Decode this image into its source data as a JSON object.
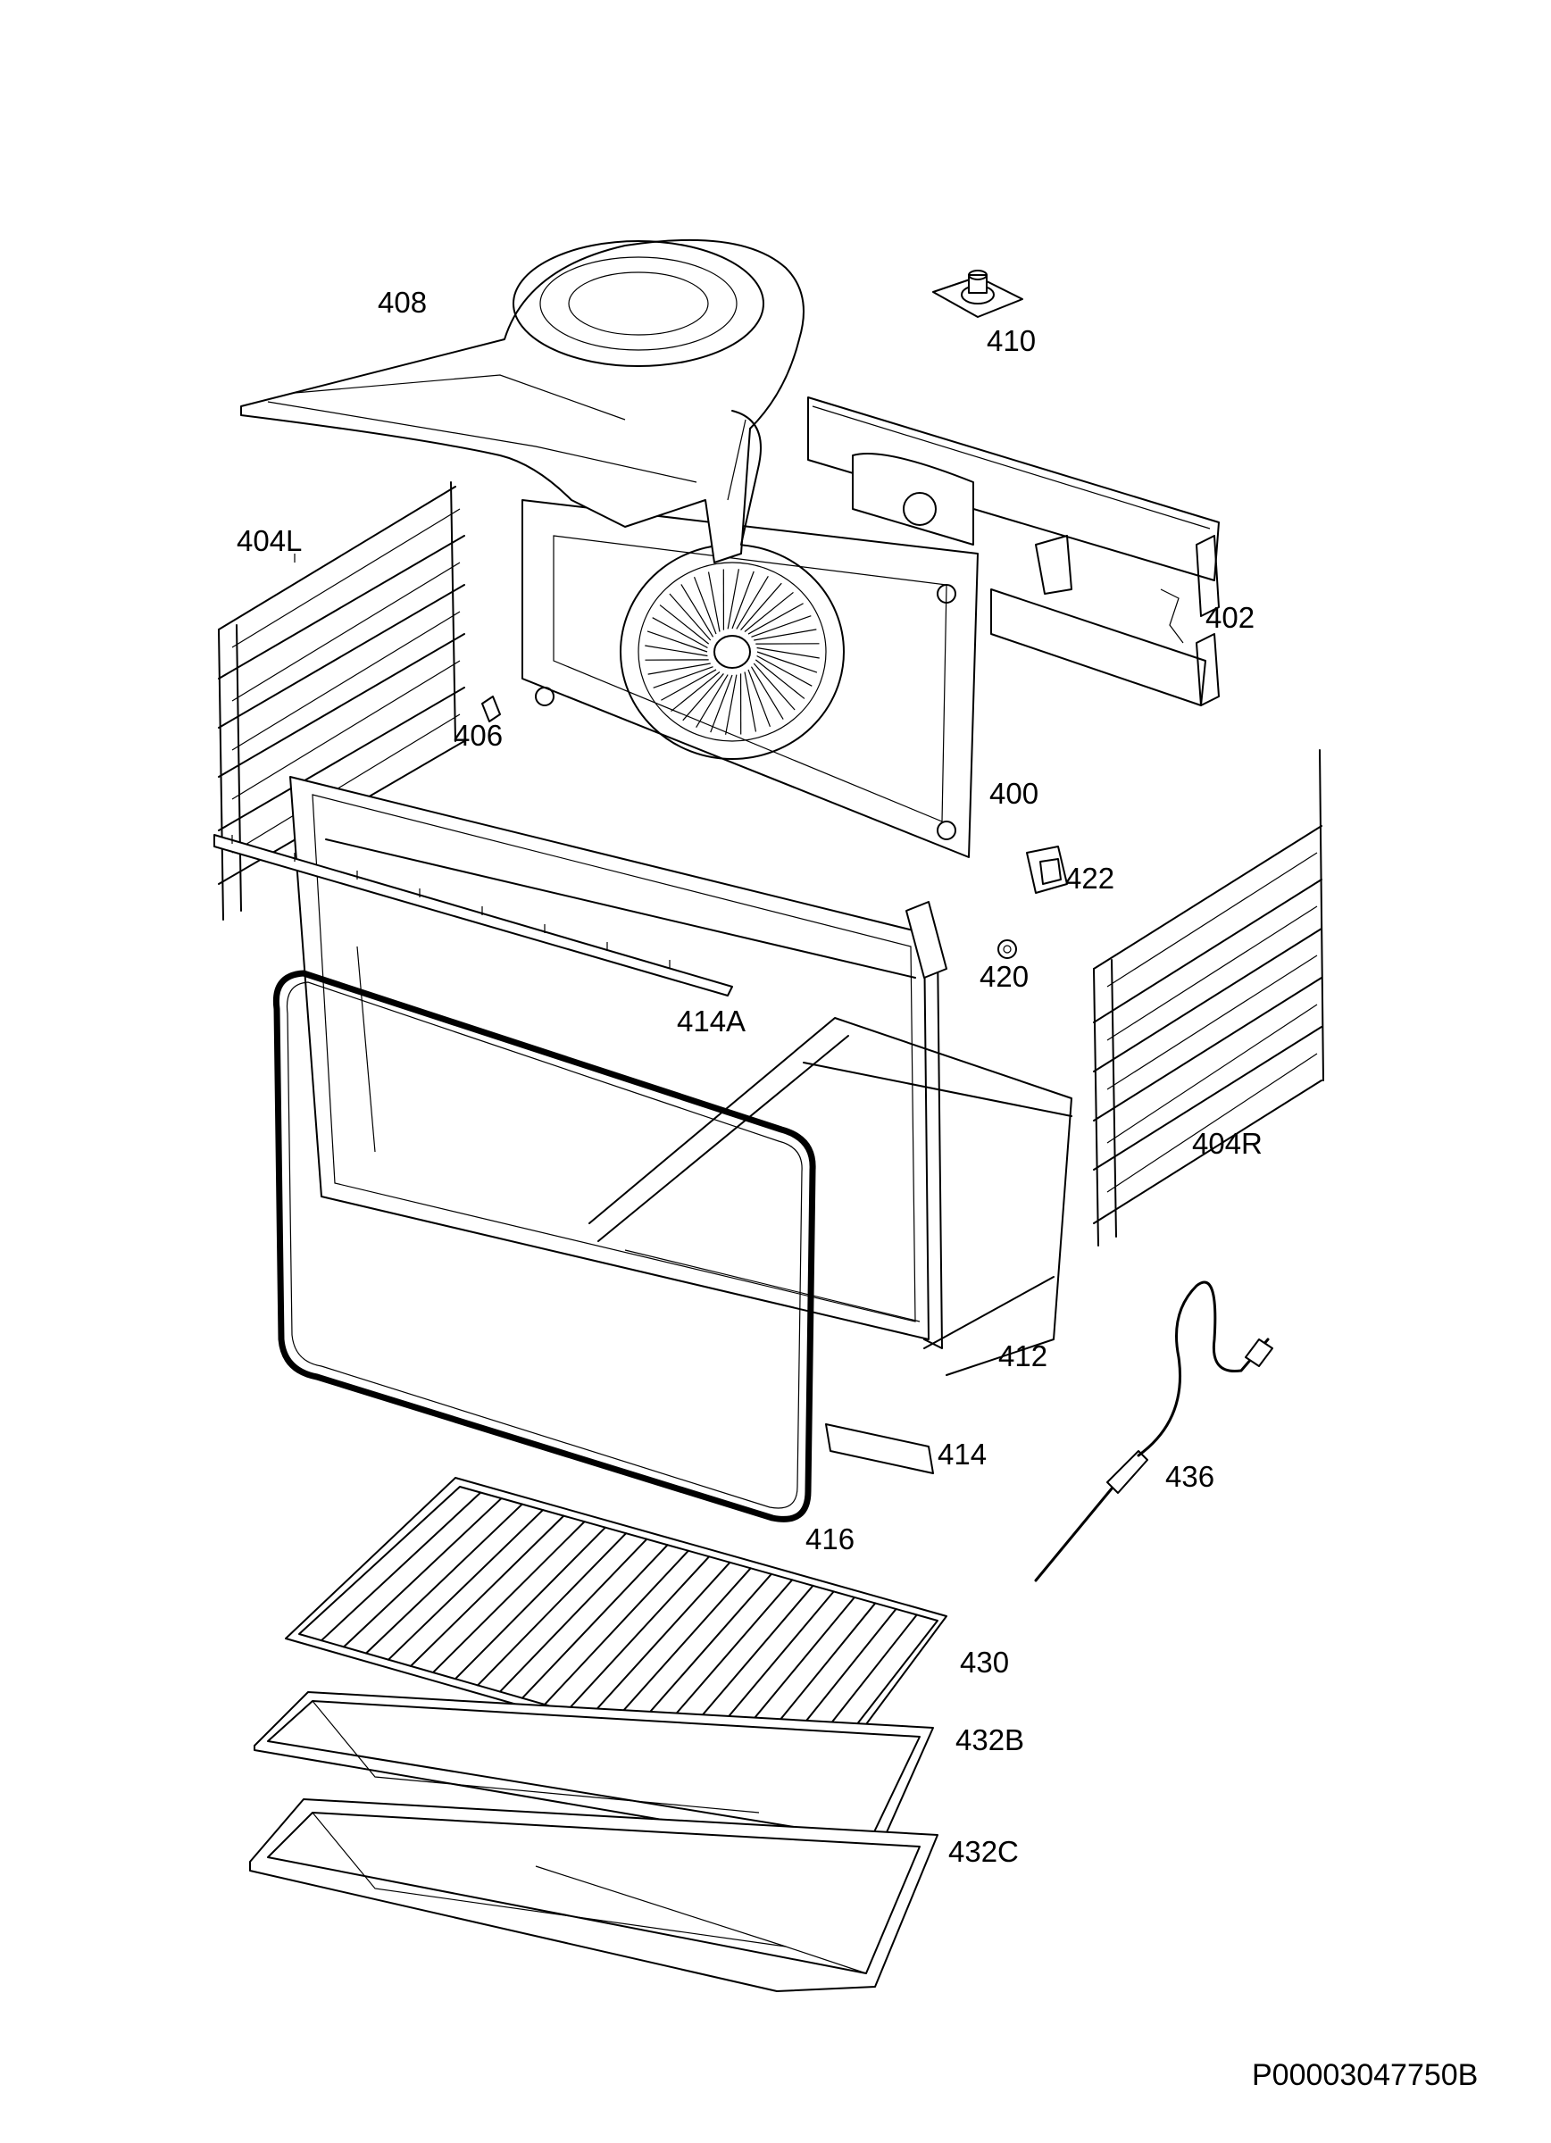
{
  "labels": {
    "p408": "408",
    "p410": "410",
    "p404L": "404L",
    "p402": "402",
    "p406": "406",
    "p400": "400",
    "p422": "422",
    "p420": "420",
    "p414A": "414A",
    "p404R": "404R",
    "p412": "412",
    "p414": "414",
    "p436": "436",
    "p416": "416",
    "p430": "430",
    "p432B": "432B",
    "p432C": "432C"
  },
  "drawing_code": "P00003047750B"
}
